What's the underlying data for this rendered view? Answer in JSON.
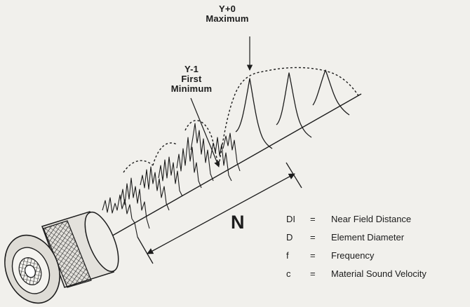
{
  "callouts": {
    "maximum": {
      "line1": "Y+0",
      "line2": "Maximum"
    },
    "first_minimum": {
      "line1": "Y-1",
      "line2": "First",
      "line3": "Minimum"
    }
  },
  "dimension_label": "N",
  "legend": [
    {
      "symbol": "DI",
      "equals": "=",
      "description": "Near Field Distance"
    },
    {
      "symbol": "D",
      "equals": "=",
      "description": "Element Diameter"
    },
    {
      "symbol": "f",
      "equals": "=",
      "description": "Frequency"
    },
    {
      "symbol": "c",
      "equals": "=",
      "description": "Material Sound Velocity"
    }
  ],
  "colors": {
    "ink": "#1c1c1c",
    "paper": "#f1f0ec"
  }
}
